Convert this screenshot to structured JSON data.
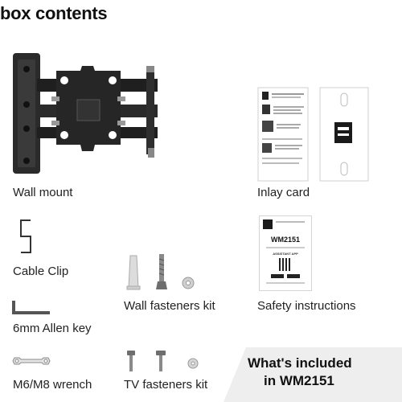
{
  "title": "box contents",
  "items": {
    "wall_mount": "Wall mount",
    "inlay_card": "Inlay card",
    "cable_clip": "Cable Clip",
    "wall_fasteners": "Wall fasteners kit",
    "safety": "Safety instructions",
    "allen_key": "6mm Allen key",
    "wrench": "M6/M8 wrench",
    "tv_fasteners": "TV fasteners kit"
  },
  "banner": {
    "line1": "What's included",
    "line2": "in  WM2151"
  },
  "safety_card": {
    "model": "WM2151",
    "app": "ASSISTANT APP"
  }
}
